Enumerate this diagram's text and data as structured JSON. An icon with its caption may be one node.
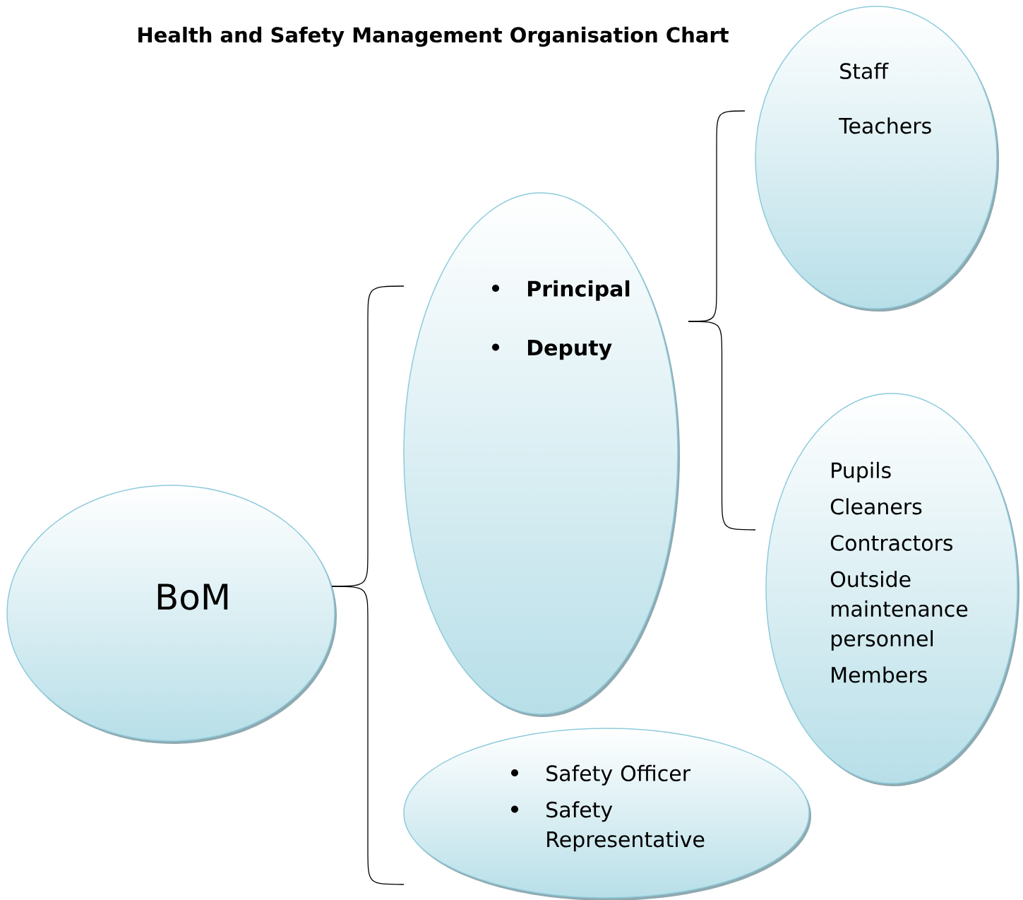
{
  "diagram": {
    "title": "Health and Safety Management Organisation Chart",
    "nodes": [
      {
        "text": [
          "BoM"
        ]
      },
      {
        "text": [
          "Principal",
          "Deputy"
        ]
      },
      {
        "text": [
          "Staff",
          "Teachers"
        ]
      },
      {
        "text": [
          "Pupils",
          "Cleaners",
          "Contractors",
          "Outside maintenance personnel",
          "Members"
        ]
      },
      {
        "text": [
          "Safety Officer",
          "Safety Representative"
        ]
      }
    ],
    "edges": [
      {
        "from": 0,
        "to": 1,
        "arrow": "none"
      },
      {
        "from": 0,
        "to": 4,
        "arrow": "none"
      },
      {
        "from": 1,
        "to": 2,
        "arrow": "none"
      },
      {
        "from": 1,
        "to": 3,
        "arrow": "none"
      }
    ]
  }
}
